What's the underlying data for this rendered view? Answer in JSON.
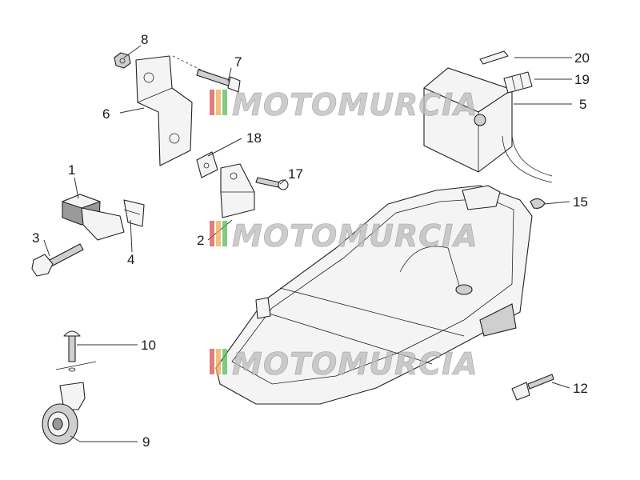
{
  "watermark": {
    "text": "MOTOMURCIA",
    "colors": [
      "#d9534f",
      "#f0ad4e",
      "#5cb85c",
      "#bbbbbb"
    ]
  },
  "callouts": {
    "c1": "1",
    "c2": "2",
    "c3": "3",
    "c4": "4",
    "c5": "5",
    "c6": "6",
    "c7": "7",
    "c8": "8",
    "c9": "9",
    "c10": "10",
    "c12": "12",
    "c15": "15",
    "c17": "17",
    "c18": "18",
    "c19": "19",
    "c20": "20"
  }
}
